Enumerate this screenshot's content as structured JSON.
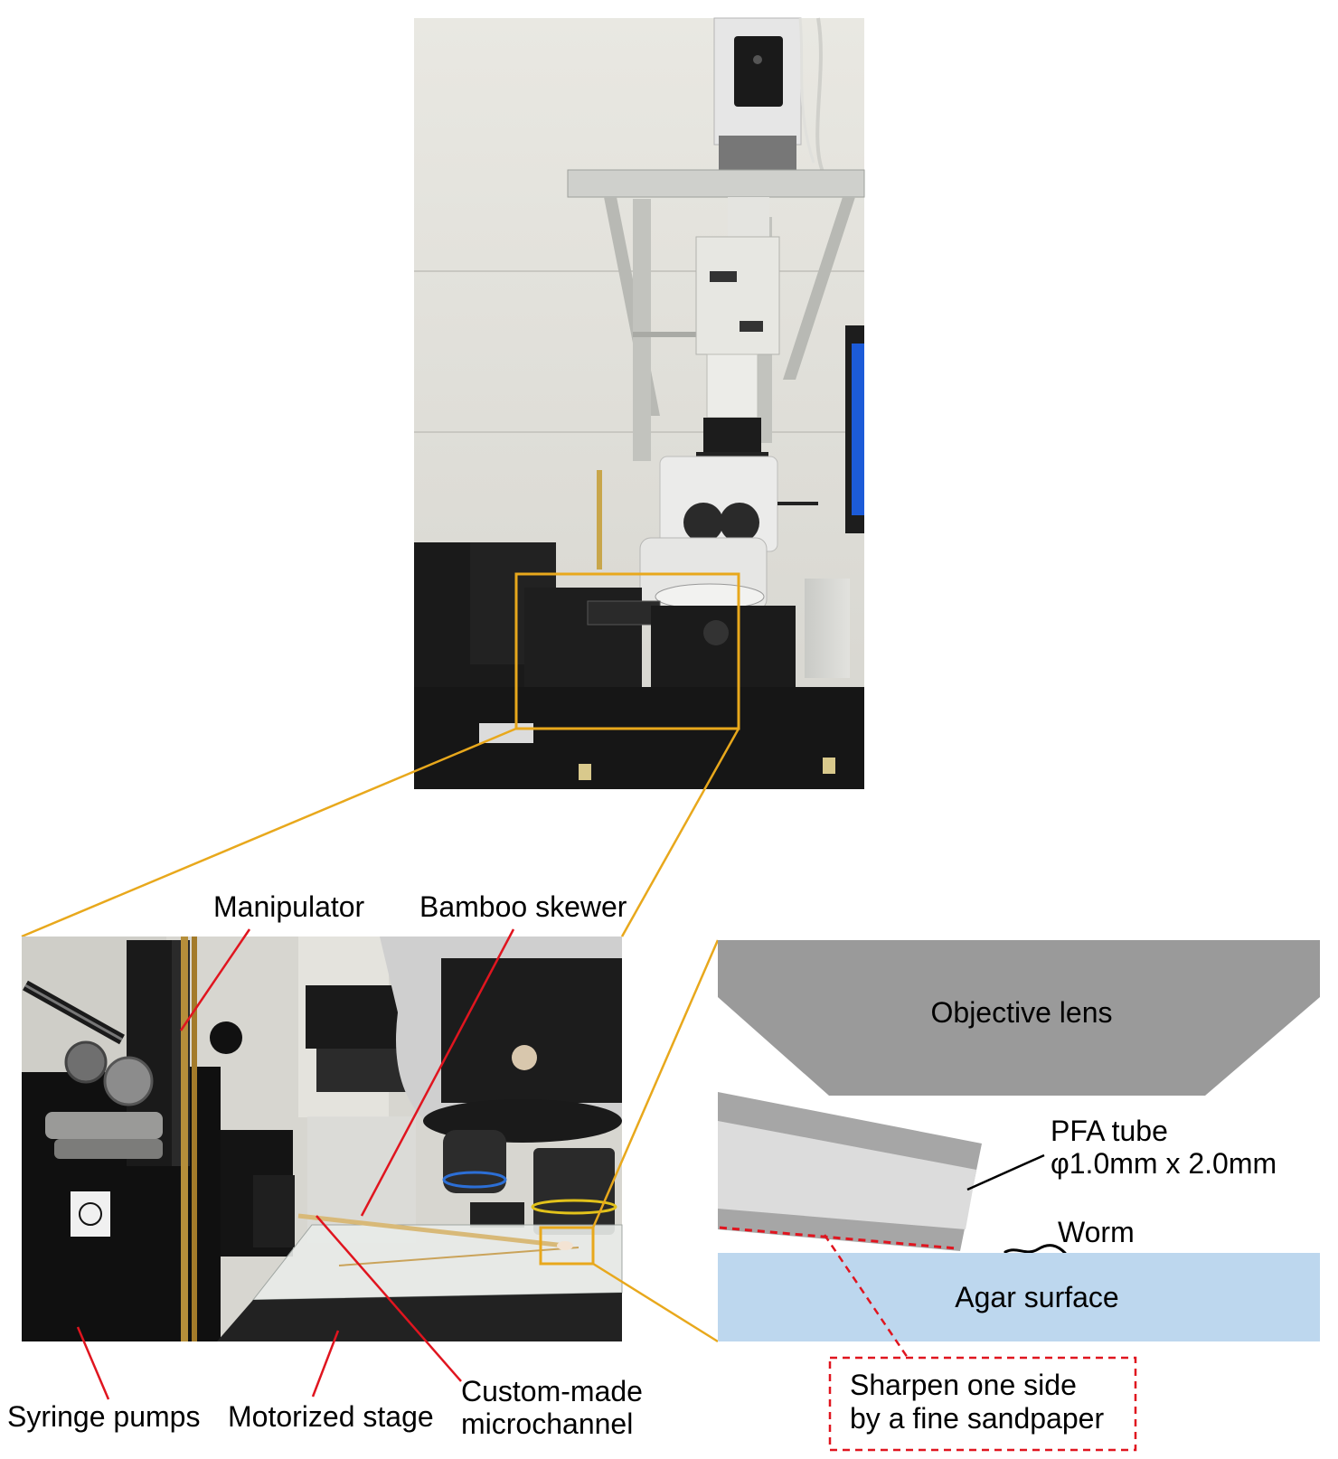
{
  "top_photo": {
    "description_hidden": ""
  },
  "labels": {
    "manipulator": "Manipulator",
    "bamboo_skewer": "Bamboo skewer",
    "syringe_pumps": "Syringe pumps",
    "motorized_stage": "Motorized stage",
    "custom_made_line1": "Custom-made",
    "custom_made_line2": "microchannel"
  },
  "schematic": {
    "objective_lens": "Objective lens",
    "pfa_tube_line1": "PFA tube",
    "pfa_tube_line2": "φ1.0mm x 2.0mm",
    "worm": "Worm",
    "agar_surface": "Agar surface",
    "sharpen_line1": "Sharpen one side",
    "sharpen_line2": "by a fine sandpaper"
  },
  "colors": {
    "zoom_box": "#e8a81c",
    "callout_line": "#e0151f",
    "lens": "#9a9a9a",
    "tube_outer": "#a6a6a6",
    "tube_inner": "#dcdcdc",
    "agar": "#bdd7ee",
    "dashed_box": "#e0151f"
  }
}
